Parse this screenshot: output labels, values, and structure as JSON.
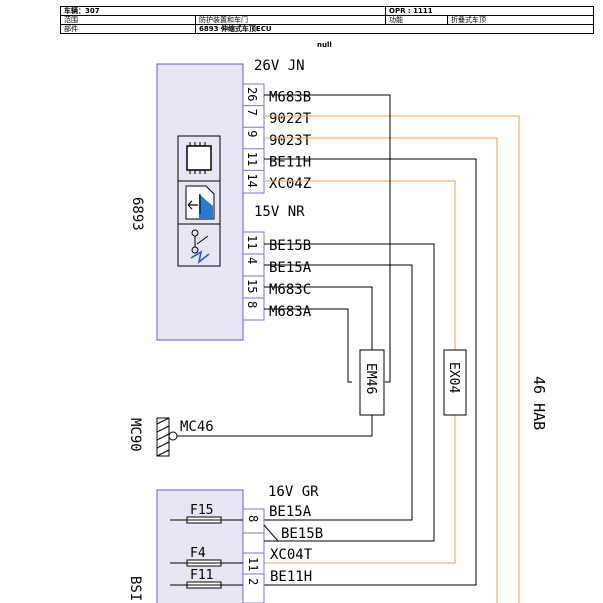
{
  "header": {
    "vehicle": "车辆：307",
    "opr": "OPR : 1111",
    "scope_label": "范围",
    "scope_value": "防护装置和车门",
    "function_label": "功能",
    "function_value": "折叠式车顶",
    "part_label": "部件",
    "part_value": "6893 伸缩式车顶ECU"
  },
  "null_text": "null",
  "ecu": {
    "name": "6893",
    "connector1": "26V JN",
    "connector2": "15V NR"
  },
  "pins_top": [
    {
      "pin": "26",
      "wire": "M683B"
    },
    {
      "pin": "7",
      "wire": "9022T"
    },
    {
      "pin": "9",
      "wire": "9023T"
    },
    {
      "pin": "11",
      "wire": "BE11H"
    },
    {
      "pin": "14",
      "wire": "XC04Z"
    }
  ],
  "pins_mid": [
    {
      "pin": "11",
      "wire": "BE15B"
    },
    {
      "pin": "4",
      "wire": "BE15A"
    },
    {
      "pin": "15",
      "wire": "M683C"
    },
    {
      "pin": "8",
      "wire": "M683A"
    }
  ],
  "connectors": {
    "em46": "EM46",
    "ex04": "EX04",
    "harness": "46 HAB"
  },
  "ground": {
    "id": "MC90",
    "label": "MC46"
  },
  "bsi": {
    "name": "BSI",
    "connector": "16V GR",
    "fuses": [
      "F15",
      "F4",
      "F11"
    ],
    "pins": [
      {
        "pin": "8",
        "wire": "BE15A"
      },
      {
        "pin": "",
        "wire": "BE15B"
      },
      {
        "pin": "11",
        "wire": "XC04T"
      },
      {
        "pin": "2",
        "wire": "BE11H"
      }
    ]
  },
  "colors": {
    "box_border": "#7777cc",
    "box_fill": "#e6e6f4",
    "orange_wire": "#f0a050",
    "black_wire": "#000000"
  }
}
